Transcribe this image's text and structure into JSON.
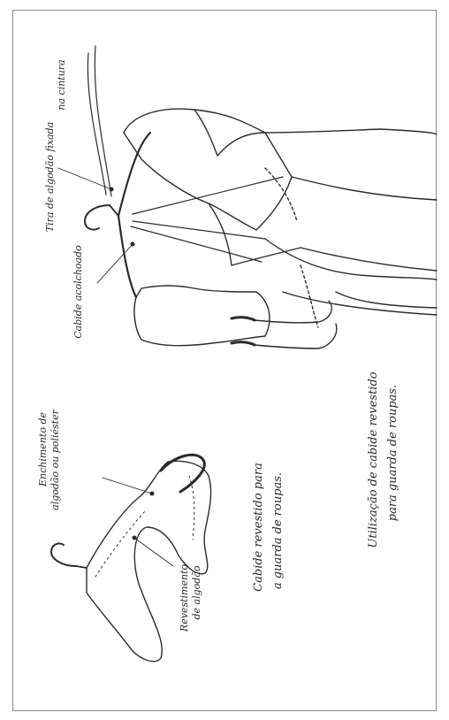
{
  "figure": {
    "left_panel": {
      "padding_label_line1": "Enchimento de",
      "padding_label_line2": "algodão ou poliéster",
      "cover_label_line1": "Revestimento",
      "cover_label_line2": "de algodão",
      "caption_line1": "Cabide revestido para",
      "caption_line2": "a guarda de roupas."
    },
    "right_panel": {
      "strip_label_line1": "Tira de algodão fixada",
      "strip_label_line2": "na cintura",
      "hanger_label": "Cabide acolchoado",
      "caption_line1": "Utilização de cabide revestido",
      "caption_line2": "para guarda de roupas."
    }
  }
}
